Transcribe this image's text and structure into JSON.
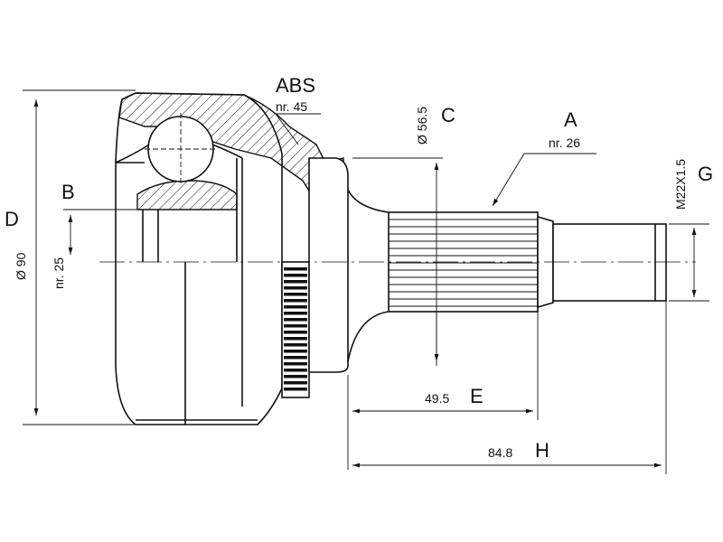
{
  "labels": {
    "abs": "ABS",
    "abs_nr": "nr. 45",
    "a": "A",
    "a_nr": "nr. 26",
    "b": "B",
    "b_nr": "nr. 25",
    "c": "C",
    "c_value": "Ø 56.5",
    "d": "D",
    "d_value": "Ø 90",
    "e": "E",
    "e_value": "49.5",
    "g": "G",
    "g_value": "M22X1.5",
    "h": "H",
    "h_value": "84.8"
  }
}
